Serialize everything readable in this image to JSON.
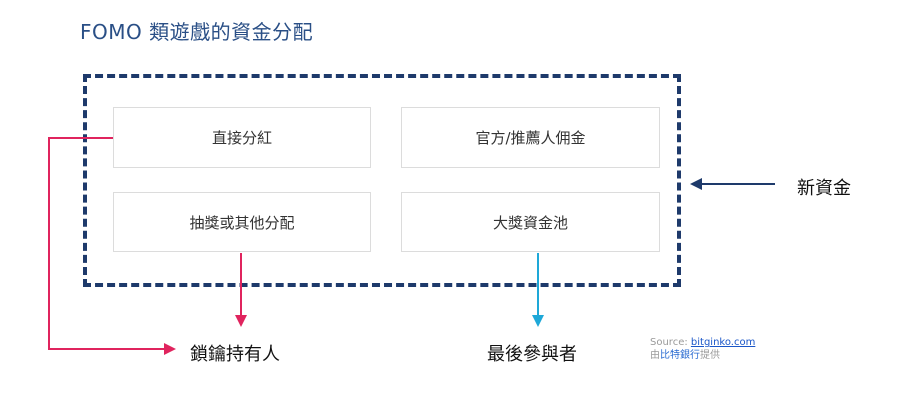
{
  "title": "FOMO 類遊戲的資金分配",
  "boxes": {
    "dividend": "直接分紅",
    "official_referral": "官方/推薦人佣金",
    "lottery": "抽獎或其他分配",
    "jackpot": "大獎資金池"
  },
  "labels": {
    "new_funds": "新資金",
    "key_holders": "鎖鑰持有人",
    "last_player": "最後參與者"
  },
  "source": {
    "prefix": "Source: ",
    "link": "bitginko.com",
    "line2_pre": "由",
    "line2_brand": "比特銀行",
    "line2_post": "提供"
  },
  "colors": {
    "title": "#2a4f86",
    "dashed_border": "#1e3a6b",
    "arrow_new_funds": "#1e3a6b",
    "arrow_holders": "#e0245e",
    "arrow_last_player": "#1ea8d8"
  }
}
